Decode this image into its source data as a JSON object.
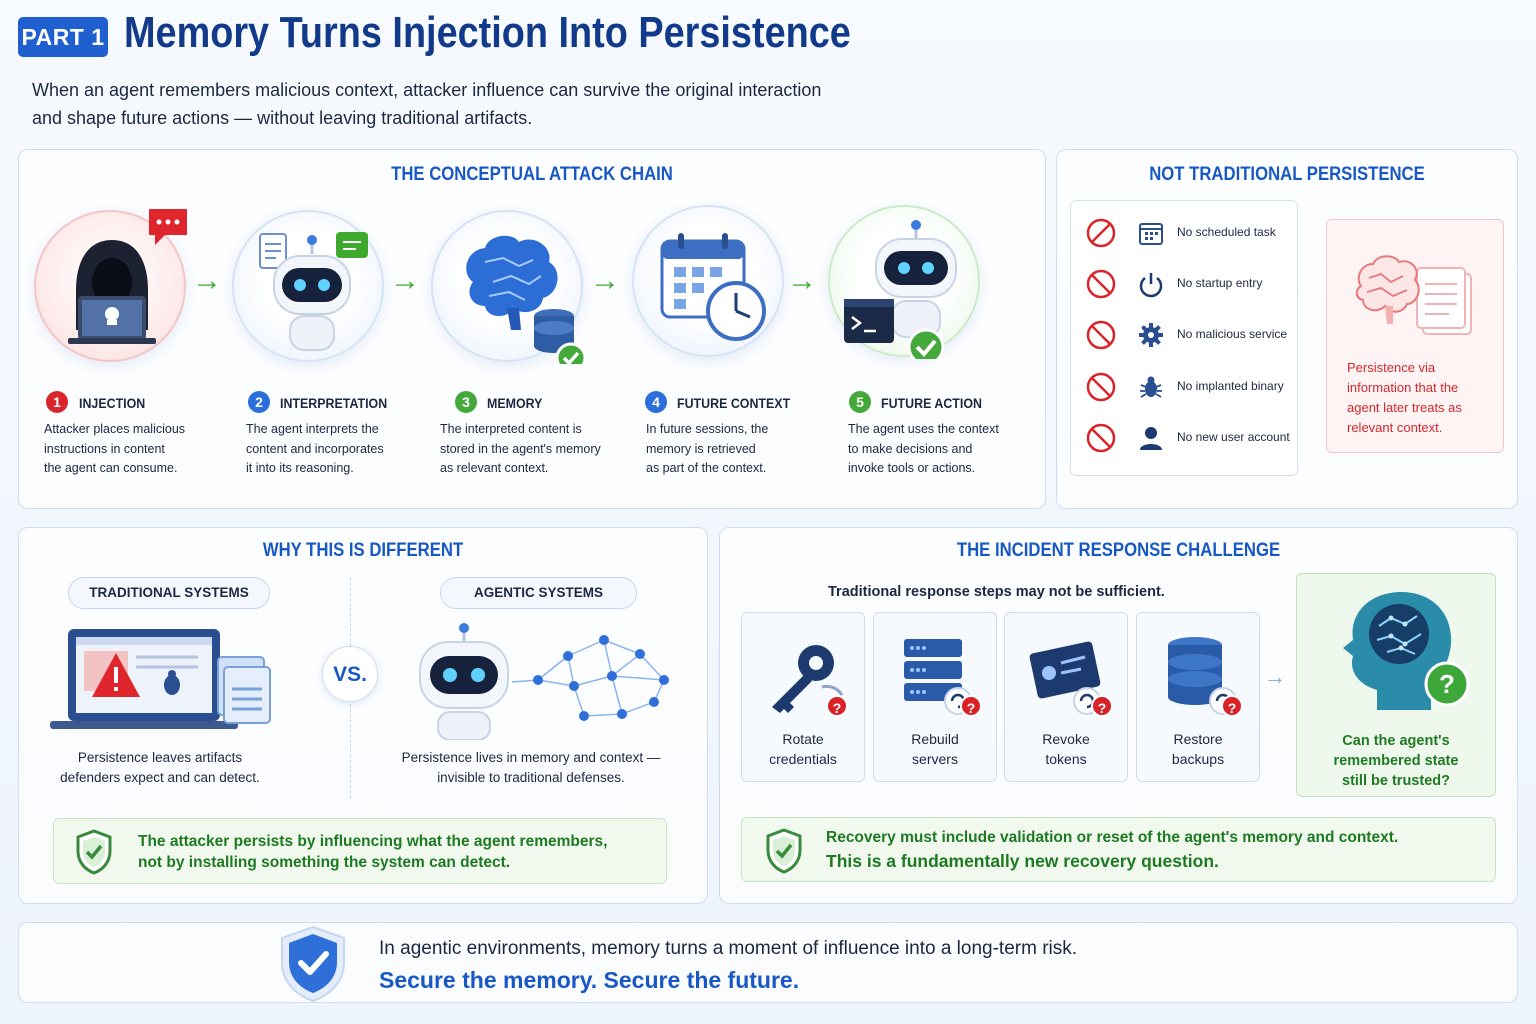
{
  "header": {
    "badge": "PART 1",
    "title": "Memory Turns Injection Into Persistence",
    "subtitle_line1": "When an agent remembers malicious context, attacker influence can survive the original interaction",
    "subtitle_line2": "and shape future actions — without leaving traditional artifacts."
  },
  "attack_chain": {
    "title": "THE CONCEPTUAL ATTACK CHAIN",
    "steps": [
      {
        "num": "1",
        "label": "INJECTION",
        "color": "#d9262c",
        "desc": [
          "Attacker places malicious",
          "instructions in content",
          "the agent can consume."
        ]
      },
      {
        "num": "2",
        "label": "INTERPRETATION",
        "color": "#2a6fdb",
        "desc": [
          "The agent interprets the",
          "content and incorporates",
          "it into its reasoning."
        ]
      },
      {
        "num": "3",
        "label": "MEMORY",
        "color": "#45a83a",
        "desc": [
          "The interpreted content is",
          "stored in the agent's memory",
          "as relevant context."
        ]
      },
      {
        "num": "4",
        "label": "FUTURE CONTEXT",
        "color": "#2a6fdb",
        "desc": [
          "In future sessions, the",
          "memory is retrieved",
          "as part of the context."
        ]
      },
      {
        "num": "5",
        "label": "FUTURE ACTION",
        "color": "#45a83a",
        "desc": [
          "The agent uses the context",
          "to make decisions and",
          "invoke tools or actions."
        ]
      }
    ]
  },
  "not_traditional": {
    "title": "NOT TRADITIONAL PERSISTENCE",
    "items": [
      {
        "text": "No scheduled task",
        "icon": "calendar-icon"
      },
      {
        "text": "No startup entry",
        "icon": "power-icon"
      },
      {
        "text": "No malicious service",
        "icon": "gear-icon"
      },
      {
        "text": "No implanted binary",
        "icon": "bug-icon"
      },
      {
        "text": "No new user account",
        "icon": "user-icon"
      }
    ],
    "callout": [
      "Persistence via",
      "information that the",
      "agent later treats as",
      "relevant context."
    ]
  },
  "why_different": {
    "title": "WHY THIS IS DIFFERENT",
    "traditional_label": "TRADITIONAL SYSTEMS",
    "agentic_label": "AGENTIC SYSTEMS",
    "vs": "VS.",
    "traditional_caption": [
      "Persistence leaves artifacts",
      "defenders expect and can detect."
    ],
    "agentic_caption": [
      "Persistence lives in memory and context —",
      "invisible to traditional defenses."
    ],
    "note": [
      "The attacker persists by influencing what the agent remembers,",
      "not by installing something the system can detect."
    ]
  },
  "incident_response": {
    "title": "THE INCIDENT RESPONSE CHALLENGE",
    "intro": "Traditional response steps may not be sufficient.",
    "steps": [
      {
        "label": [
          "Rotate",
          "credentials"
        ],
        "icon": "key-icon"
      },
      {
        "label": [
          "Rebuild",
          "servers"
        ],
        "icon": "server-icon"
      },
      {
        "label": [
          "Revoke",
          "tokens"
        ],
        "icon": "token-icon"
      },
      {
        "label": [
          "Restore",
          "backups"
        ],
        "icon": "database-icon"
      }
    ],
    "question": [
      "Can the agent's",
      "remembered state",
      "still be trusted?"
    ],
    "note": [
      "Recovery must include validation or reset of the agent's memory and context.",
      "This is a fundamentally new recovery question."
    ]
  },
  "footer": {
    "line1": "In agentic environments, memory turns a moment of influence into a long-term risk.",
    "line2": "Secure the memory. Secure the future."
  },
  "colors": {
    "brand_blue": "#1858c4",
    "title_blue": "#123a8a",
    "alert_red": "#d9262c",
    "ok_green": "#45a83a"
  }
}
